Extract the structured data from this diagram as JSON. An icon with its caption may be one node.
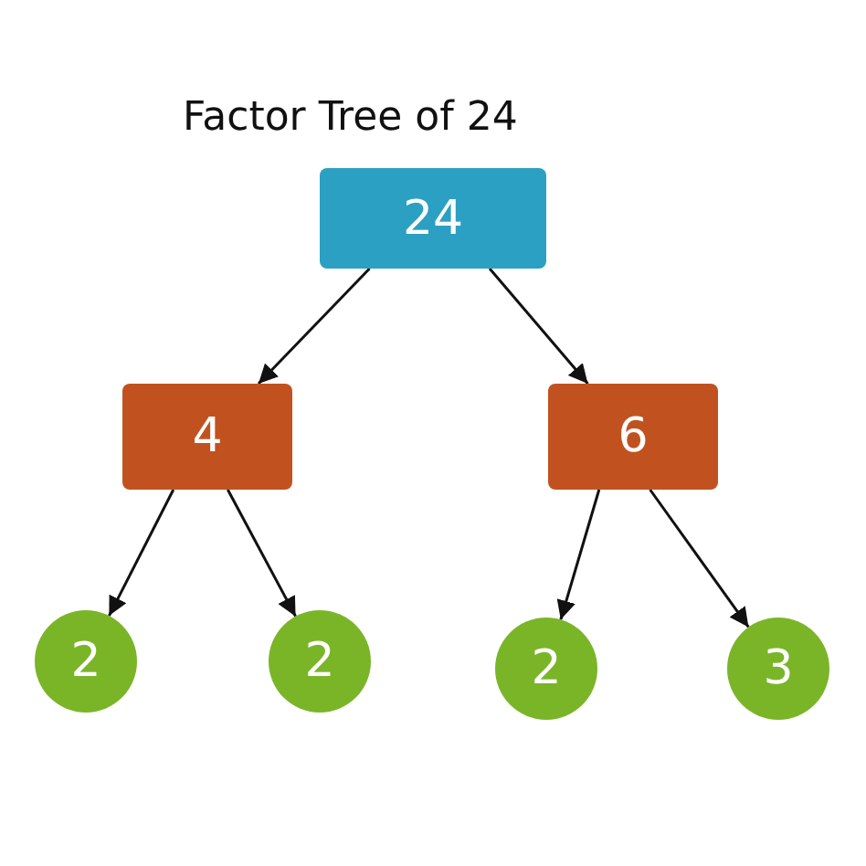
{
  "diagram": {
    "title": "Factor Tree of 24",
    "nodes": [
      {
        "text": [
          "24"
        ]
      },
      {
        "text": [
          "4"
        ]
      },
      {
        "text": [
          "6"
        ]
      },
      {
        "text": [
          "2"
        ]
      },
      {
        "text": [
          "2"
        ]
      },
      {
        "text": [
          "2"
        ]
      },
      {
        "text": [
          "3"
        ]
      }
    ],
    "edges": [
      {
        "from": 0,
        "to": 1,
        "arrow": "to"
      },
      {
        "from": 0,
        "to": 2,
        "arrow": "to"
      },
      {
        "from": 1,
        "to": 3,
        "arrow": "to"
      },
      {
        "from": 1,
        "to": 4,
        "arrow": "to"
      },
      {
        "from": 2,
        "to": 5,
        "arrow": "to"
      },
      {
        "from": 2,
        "to": 6,
        "arrow": "to"
      }
    ]
  }
}
